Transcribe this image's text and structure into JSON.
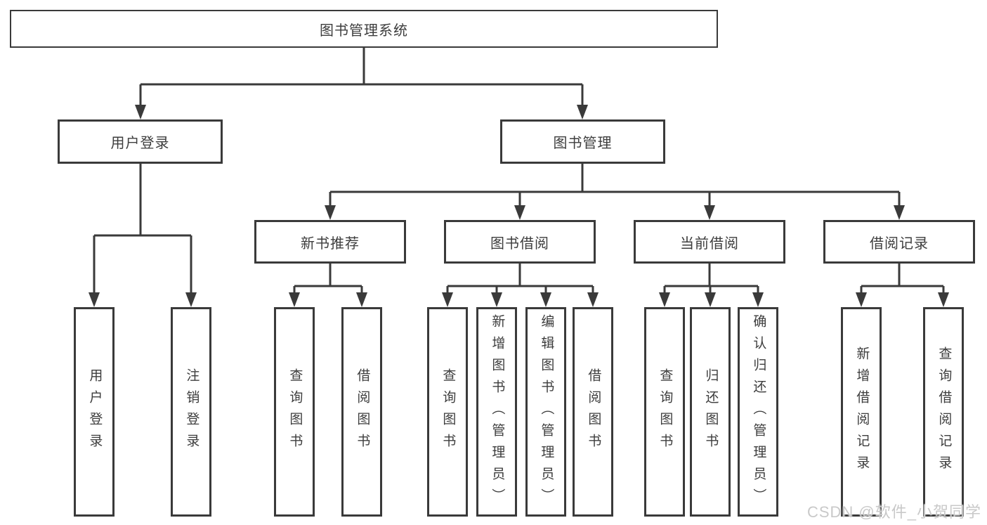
{
  "tree": {
    "label": "图书管理系统",
    "children": [
      {
        "label": "用户登录",
        "children": [
          {
            "label": "用户登录"
          },
          {
            "label": "注销登录"
          }
        ]
      },
      {
        "label": "图书管理",
        "children": [
          {
            "label": "新书推荐",
            "children": [
              {
                "label": "查询图书"
              },
              {
                "label": "借阅图书"
              }
            ]
          },
          {
            "label": "图书借阅",
            "children": [
              {
                "label": "查询图书"
              },
              {
                "label": "新增图书（管理员）"
              },
              {
                "label": "编辑图书（管理员）"
              },
              {
                "label": "借阅图书"
              }
            ]
          },
          {
            "label": "当前借阅",
            "children": [
              {
                "label": "查询图书"
              },
              {
                "label": "归还图书"
              },
              {
                "label": "确认归还（管理员）"
              }
            ]
          },
          {
            "label": "借阅记录",
            "children": [
              {
                "label": "新增借阅记录"
              },
              {
                "label": "查询借阅记录"
              }
            ]
          }
        ]
      }
    ]
  },
  "watermark": {
    "text": "CSDN @软件_小贺同学"
  },
  "colors": {
    "line": "#3a3a3a",
    "box_border": "#3a3a3a",
    "text": "#3d3d3d",
    "watermark": "#c9c9c9",
    "background": "#ffffff"
  }
}
